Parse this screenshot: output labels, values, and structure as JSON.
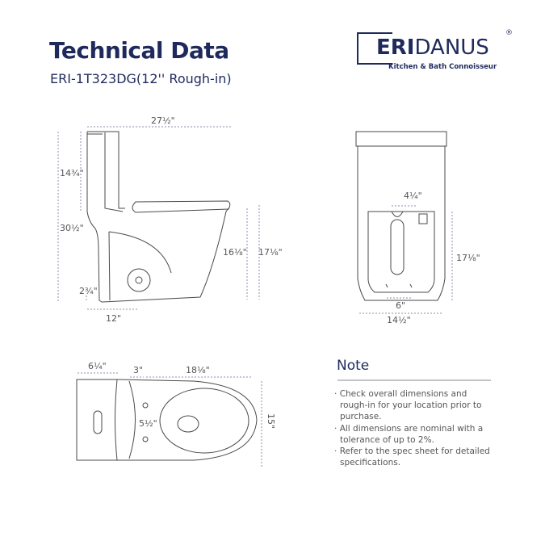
{
  "header": {
    "title": "Technical Data",
    "model": "ERI-1T323DG(12'' Rough-in)"
  },
  "logo": {
    "brand_bold": "ERI",
    "brand_rest": "DANUS",
    "tagline": "Kitchen & Bath Connoisseur",
    "registered": "®"
  },
  "side_view": {
    "length": "27½\"",
    "tank_height": "14¾\"",
    "total_height": "30½\"",
    "bowl_height": "16⅛\"",
    "seat_height": "17⅛\"",
    "outlet_height": "2¾\"",
    "rough_in": "12\""
  },
  "front_view": {
    "inlet_width": "4¼\"",
    "height": "17⅛\"",
    "bolt_spacing": "6\"",
    "width": "14½\""
  },
  "top_view": {
    "tank_depth": "6¼\"",
    "gap": "3\"",
    "bowl_length": "18⅛\"",
    "hole_spacing": "5½\"",
    "width": "15\""
  },
  "note": {
    "title": "Note",
    "items": [
      "Check overall dimensions and rough-in for your location prior to purchase.",
      "All dimensions are nominal with a tolerance of up to 2%.",
      "Refer to the spec sheet for detailed specifications."
    ]
  },
  "colors": {
    "brand": "#1f2a5c",
    "line": "#4a4a4a",
    "dim": "#8a8fb0"
  }
}
